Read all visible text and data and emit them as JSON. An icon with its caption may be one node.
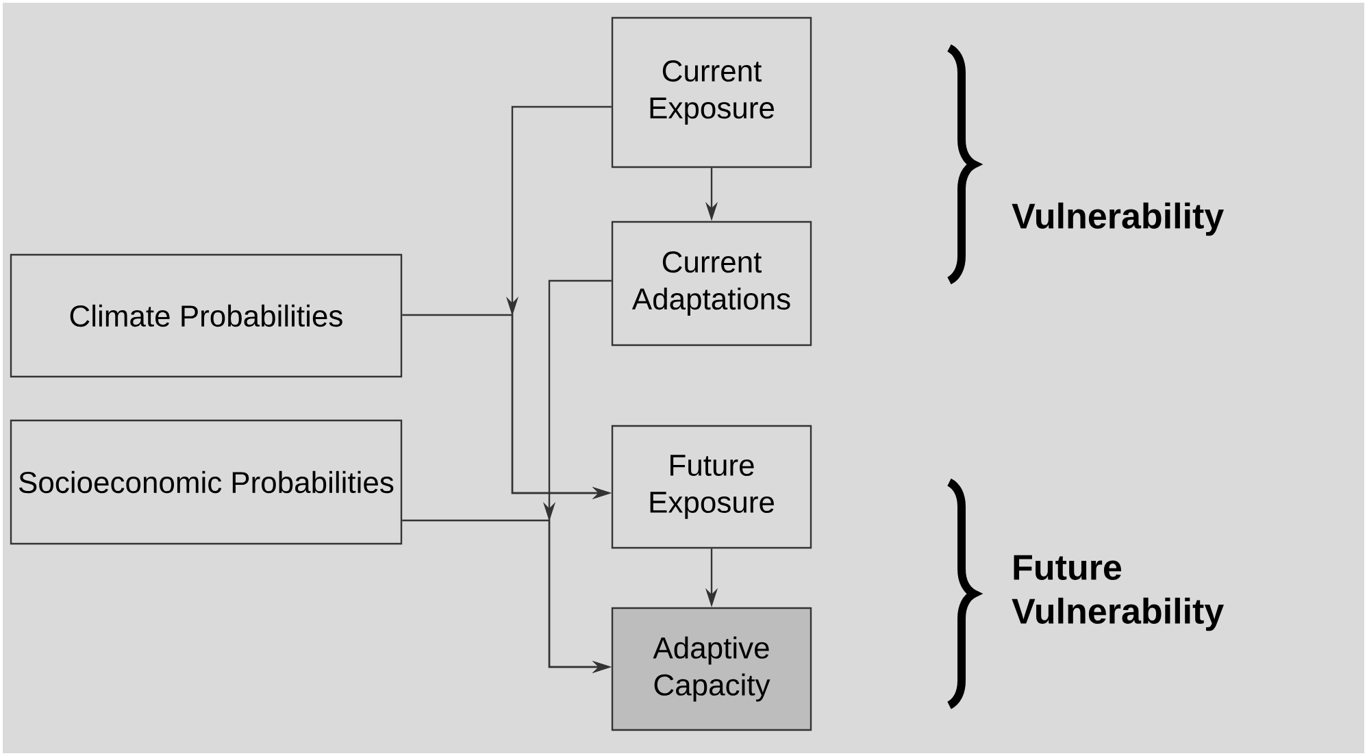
{
  "diagram": {
    "nodes": [
      {
        "text": [
          "Current Exposure"
        ]
      },
      {
        "text": [
          "Current Adaptations"
        ]
      },
      {
        "text": [
          "Climate Probabilities"
        ]
      },
      {
        "text": [
          "Socioeconomic Probabilities"
        ]
      },
      {
        "text": [
          "Future Exposure"
        ]
      },
      {
        "text": [
          "Adaptive Capacity"
        ]
      }
    ],
    "edges": [
      {
        "from": 0,
        "to": 1,
        "arrow": "to"
      },
      {
        "from": 0,
        "to": 4,
        "arrow": "to"
      },
      {
        "from": 2,
        "to": 4,
        "arrow": "to"
      },
      {
        "from": 1,
        "to": 5,
        "arrow": "to"
      },
      {
        "from": 3,
        "to": 5,
        "arrow": "to"
      },
      {
        "from": 4,
        "to": 5,
        "arrow": "to"
      }
    ],
    "labels": [
      "Vulnerability",
      "Future Vulnerability"
    ]
  }
}
